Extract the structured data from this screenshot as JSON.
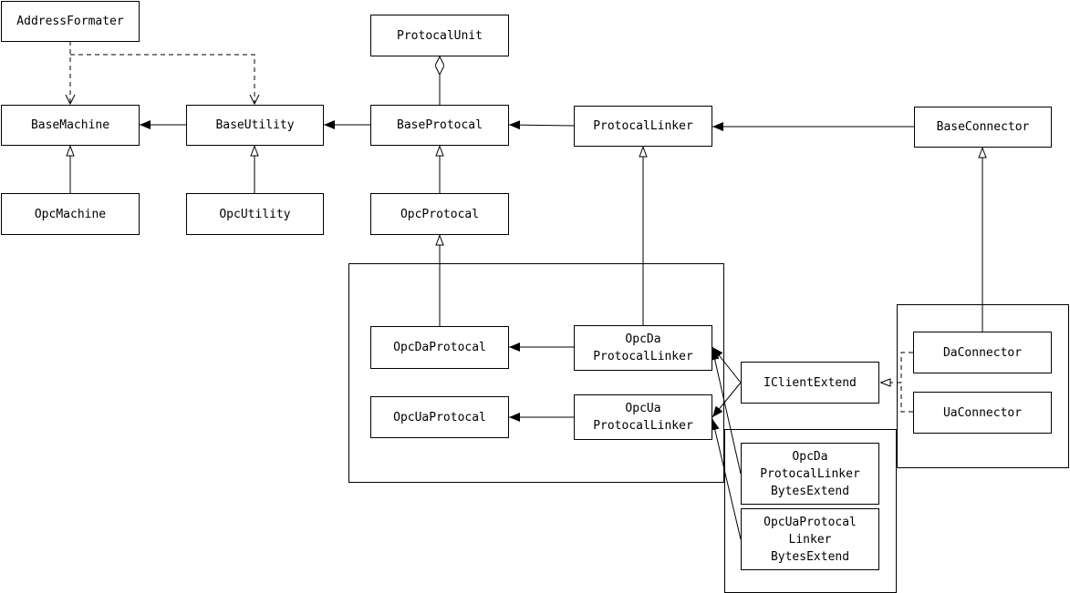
{
  "classes": {
    "address_formater": "AddressFormater",
    "protocal_unit": "ProtocalUnit",
    "base_machine": "BaseMachine",
    "base_utility": "BaseUtility",
    "base_protocal": "BaseProtocal",
    "protocal_linker": "ProtocalLinker",
    "base_connector": "BaseConnector",
    "opc_machine": "OpcMachine",
    "opc_utility": "OpcUtility",
    "opc_protocal": "OpcProtocal",
    "opc_da_protocal": "OpcDaProtocal",
    "opc_da_protocal_linker": "OpcDa\nProtocalLinker",
    "opc_ua_protocal": "OpcUaProtocal",
    "opc_ua_protocal_linker": "OpcUa\nProtocalLinker",
    "iclient_extend": "IClientExtend",
    "da_connector": "DaConnector",
    "ua_connector": "UaConnector",
    "opc_da_bytes_extend": "OpcDa\nProtocalLinker\nBytesExtend",
    "opc_ua_bytes_extend": "OpcUaProtocal\nLinker\nBytesExtend"
  },
  "colors": {
    "line": "#000000",
    "box_fill": "#ffffff",
    "text": "#000000"
  }
}
